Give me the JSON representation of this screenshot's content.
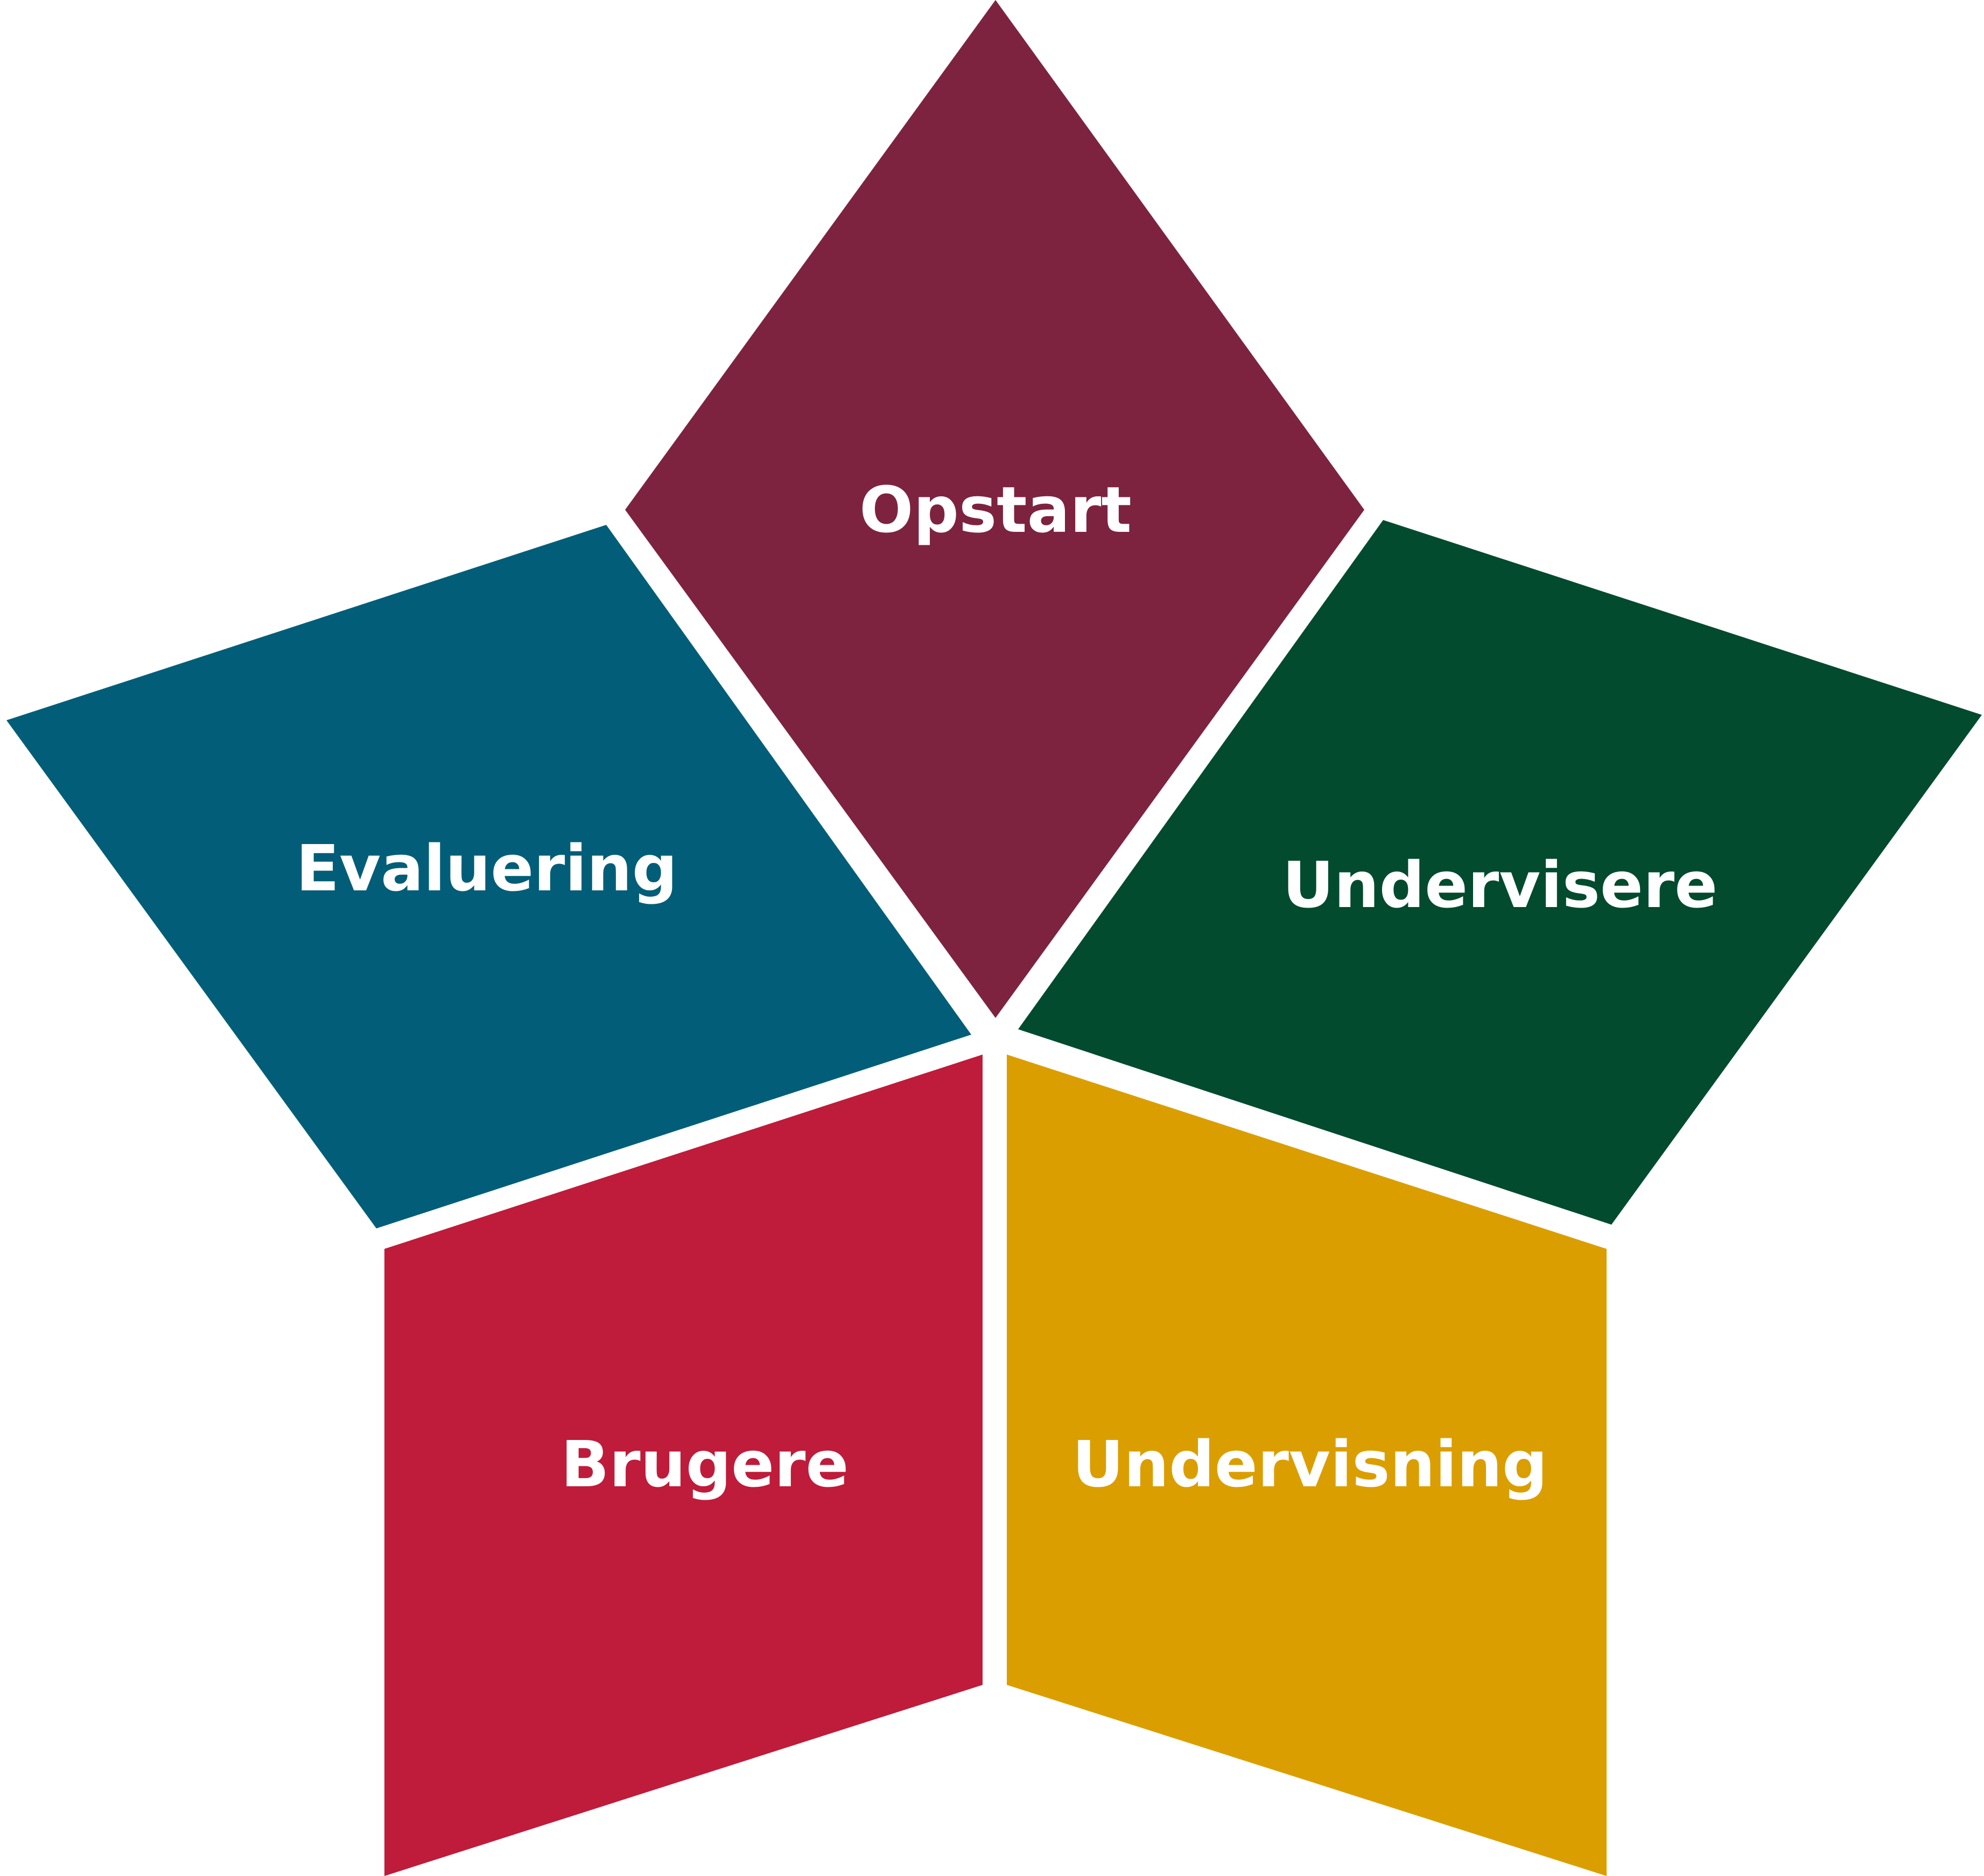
{
  "segments": [
    {
      "id": "opstart",
      "label": "Opstart",
      "color": "#7d2340"
    },
    {
      "id": "evaluering",
      "label": "Evaluering",
      "color": "#025e78"
    },
    {
      "id": "undervisere",
      "label": "Undervisere",
      "color": "#024b2e"
    },
    {
      "id": "brugere",
      "label": "Brugere",
      "color": "#be1c3a"
    },
    {
      "id": "undervisning",
      "label": "Undervisning",
      "color": "#db9e00"
    }
  ]
}
